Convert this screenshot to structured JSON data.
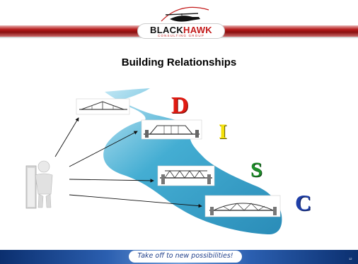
{
  "header": {
    "brand_main": "BLACK",
    "brand_accent": "HAWK",
    "brand_sub": "CONSULTING GROUP"
  },
  "title": "Building Relationships",
  "letters": [
    {
      "text": "D",
      "color": "#e11b12"
    },
    {
      "text": "I",
      "color": "#f4e10a"
    },
    {
      "text": "S",
      "color": "#1e8e2a"
    },
    {
      "text": "C",
      "color": "#1f3fa8"
    }
  ],
  "footer": {
    "tagline": "Take off to new possibilities!",
    "page_number": "12"
  },
  "colors": {
    "river": "#2fa1c8",
    "header_red": "#b81d1d",
    "footer_blue": "#1e4e9a"
  },
  "icons": [
    "helicopter-icon",
    "person-in-doorway-figure",
    "bridge-icon"
  ]
}
